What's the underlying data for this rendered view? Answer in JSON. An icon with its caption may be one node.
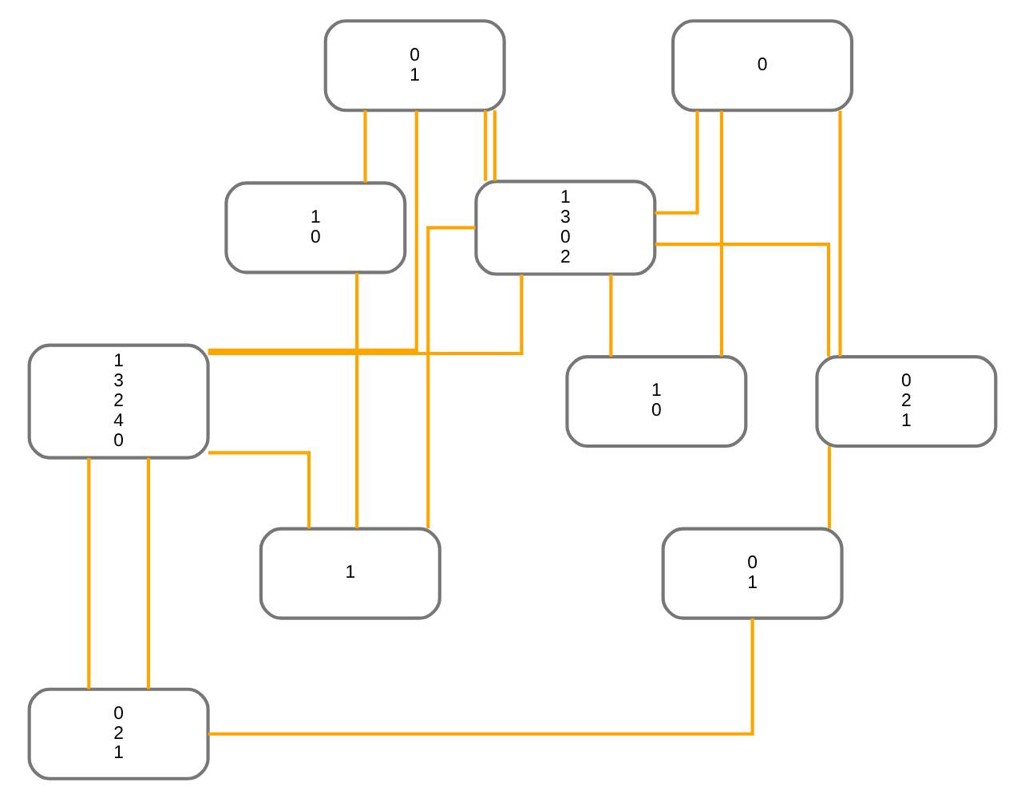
{
  "diagram": {
    "nodes": [
      {
        "text": [
          "0",
          "1"
        ]
      },
      {
        "text": [
          "1",
          "0"
        ]
      },
      {
        "text": [
          "0"
        ]
      },
      {
        "text": [
          "1",
          "3",
          "0",
          "2"
        ]
      },
      {
        "text": [
          "1"
        ]
      },
      {
        "text": [
          "0",
          "2",
          "1"
        ]
      },
      {
        "text": [
          "1",
          "0"
        ]
      },
      {
        "text": [
          "1",
          "3",
          "2",
          "4",
          "0"
        ]
      },
      {
        "text": [
          "0",
          "1"
        ]
      },
      {
        "text": [
          "0",
          "2",
          "1"
        ]
      }
    ],
    "edges": [
      {
        "from": 0,
        "to": 3,
        "arrow": "none"
      },
      {
        "from": 0,
        "to": 1,
        "arrow": "none"
      },
      {
        "from": 0,
        "to": 3,
        "arrow": "none"
      },
      {
        "from": 0,
        "to": 7,
        "arrow": "none"
      },
      {
        "from": 1,
        "to": 4,
        "arrow": "none"
      },
      {
        "from": 7,
        "to": 4,
        "arrow": "none"
      },
      {
        "from": 3,
        "to": 4,
        "arrow": "none"
      },
      {
        "from": 3,
        "to": 5,
        "arrow": "none"
      },
      {
        "from": 3,
        "to": 6,
        "arrow": "none"
      },
      {
        "from": 3,
        "to": 7,
        "arrow": "none"
      },
      {
        "from": 2,
        "to": 3,
        "arrow": "none"
      },
      {
        "from": 2,
        "to": 5,
        "arrow": "none"
      },
      {
        "from": 2,
        "to": 6,
        "arrow": "none"
      },
      {
        "from": 5,
        "to": 8,
        "arrow": "none"
      },
      {
        "from": 8,
        "to": 9,
        "arrow": "none"
      },
      {
        "from": 7,
        "to": 9,
        "arrow": "none"
      },
      {
        "from": 7,
        "to": 9,
        "arrow": "none"
      }
    ]
  }
}
